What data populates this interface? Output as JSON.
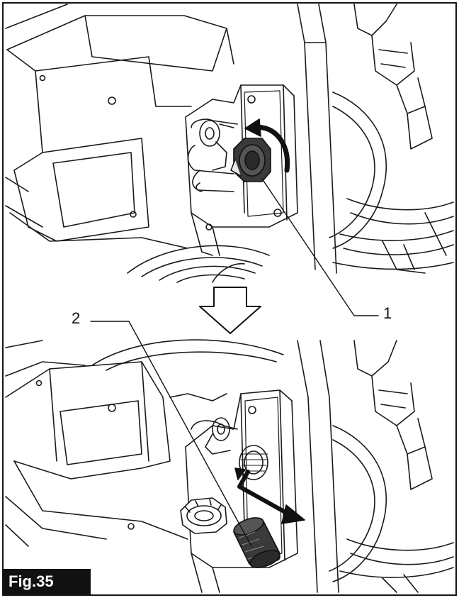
{
  "figure": {
    "label": "Fig.35",
    "callouts": [
      {
        "id": "1",
        "text": "1"
      },
      {
        "id": "2",
        "text": "2"
      }
    ]
  },
  "colors": {
    "line": "#1a1a1a",
    "part_dark": "#3a3a3a",
    "label_bg": "#111111",
    "label_text": "#ffffff"
  },
  "icons": [
    "rotate-arrow-icon",
    "down-arrow-icon",
    "pull-out-arrow-icon"
  ]
}
